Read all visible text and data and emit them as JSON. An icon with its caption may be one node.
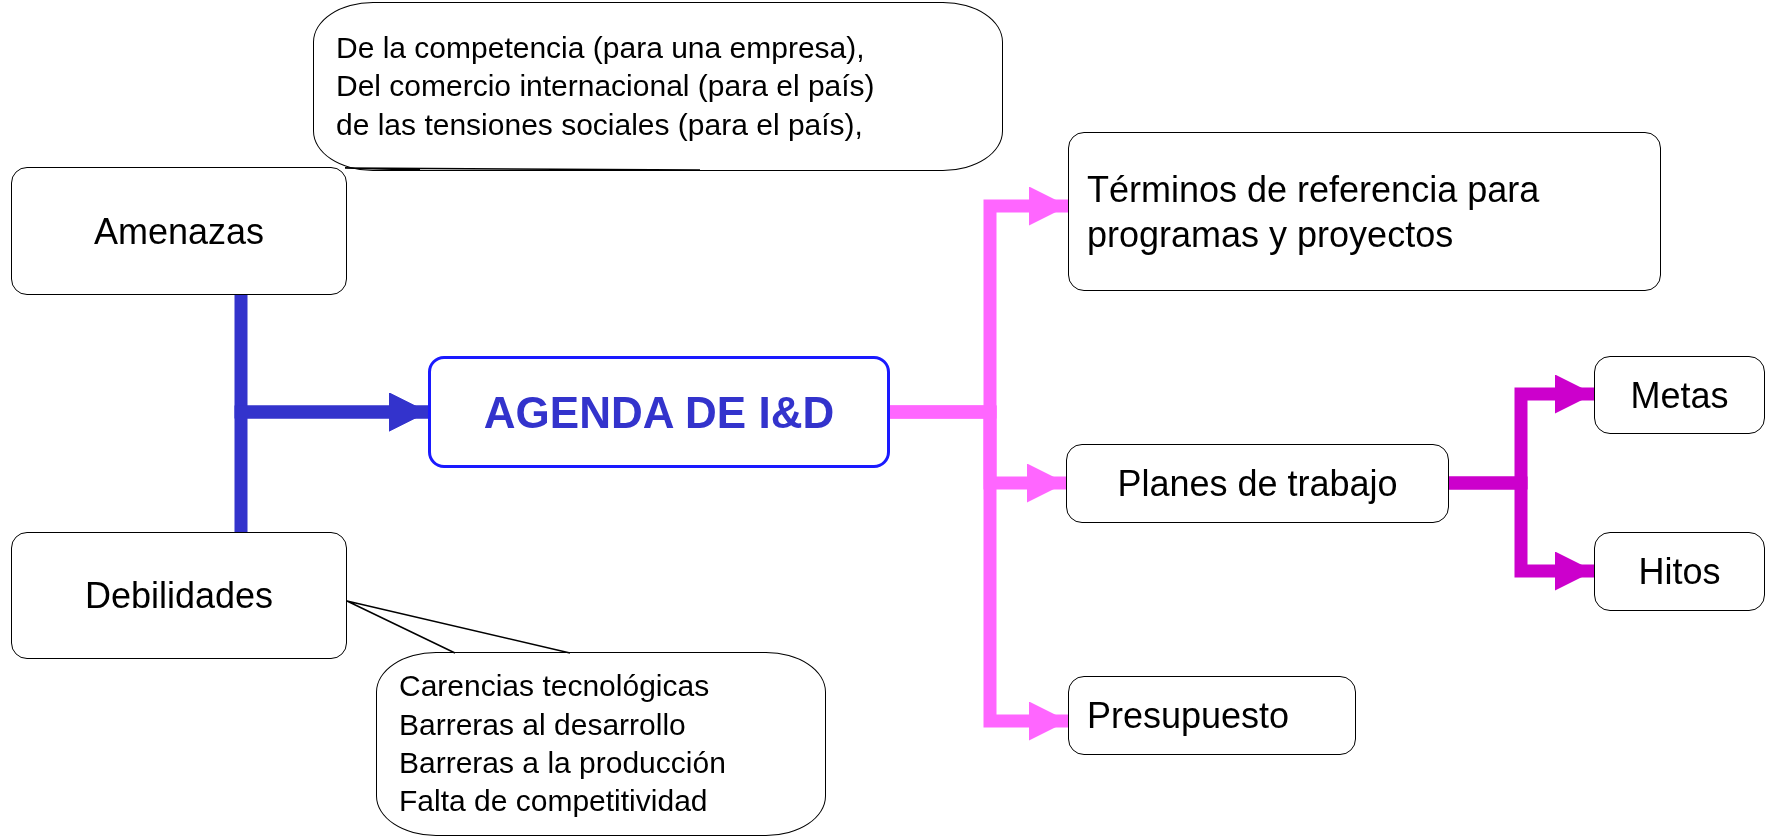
{
  "diagram": {
    "nodes": [
      {
        "text": [
          "Amenazas"
        ]
      },
      {
        "text": [
          "De la competencia (para una empresa),",
          "Del comercio internacional (para el país)",
          "de las tensiones sociales (para el país),"
        ]
      },
      {
        "text": [
          "Debilidades"
        ]
      },
      {
        "text": [
          "Carencias tecnológicas",
          "Barreras al desarrollo",
          "Barreras a la producción",
          "Falta de competitividad"
        ]
      },
      {
        "text": [
          "AGENDA DE I&D"
        ]
      },
      {
        "text": [
          "Términos de referencia para programas y proyectos"
        ]
      },
      {
        "text": [
          "Planes de trabajo"
        ]
      },
      {
        "text": [
          "Presupuesto"
        ]
      },
      {
        "text": [
          "Metas"
        ]
      },
      {
        "text": [
          "Hitos"
        ]
      }
    ],
    "edges": [
      {
        "from": 0,
        "to": 4,
        "arrow": "to",
        "color": "#3333cc"
      },
      {
        "from": 2,
        "to": 4,
        "arrow": "to",
        "color": "#3333cc"
      },
      {
        "from": 4,
        "to": 5,
        "arrow": "to",
        "color": "#ff66ff"
      },
      {
        "from": 4,
        "to": 6,
        "arrow": "to",
        "color": "#ff66ff"
      },
      {
        "from": 4,
        "to": 7,
        "arrow": "to",
        "color": "#ff66ff"
      },
      {
        "from": 6,
        "to": 8,
        "arrow": "to",
        "color": "#cc00cc"
      },
      {
        "from": 6,
        "to": 9,
        "arrow": "to",
        "color": "#cc00cc"
      },
      {
        "from": 1,
        "to": 0,
        "arrow": "none",
        "color": "#000000"
      },
      {
        "from": 3,
        "to": 2,
        "arrow": "none",
        "color": "#000000"
      }
    ]
  }
}
